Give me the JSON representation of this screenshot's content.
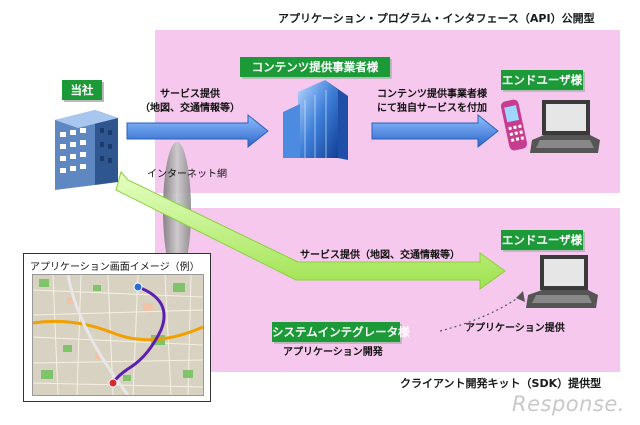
{
  "titles": {
    "api": "アプリケーション・プログラム・インタフェース（API）公開型",
    "sdk": "クライアント開発キット（SDK）提供型"
  },
  "boxes": {
    "company": "当社",
    "content_provider": "コンテンツ提供事業者様",
    "end_user_top": "エンドユーザ様",
    "end_user_bottom": "エンドユーザ様",
    "system_integrator": "システムインテグレータ様"
  },
  "labels": {
    "service_top_1": "サービス提供",
    "service_top_2": "（地図、交通情報等）",
    "value_add_1": "コンテンツ提供事業者様",
    "value_add_2": "にて独自サービスを付加",
    "internet": "インターネット網",
    "service_bottom": "サービス提供（地図、交通情報等）",
    "app_provide": "アプリケーション提供",
    "app_dev": "アプリケーション開発",
    "map_title": "アプリケーション画面イメージ（例）"
  },
  "logo": "Response.",
  "colors": {
    "panel": "#f7c8ee",
    "green_box": "#1d9a38",
    "blue_arrow": "#3f7fd8",
    "green_arrow": "#b6f06c"
  }
}
